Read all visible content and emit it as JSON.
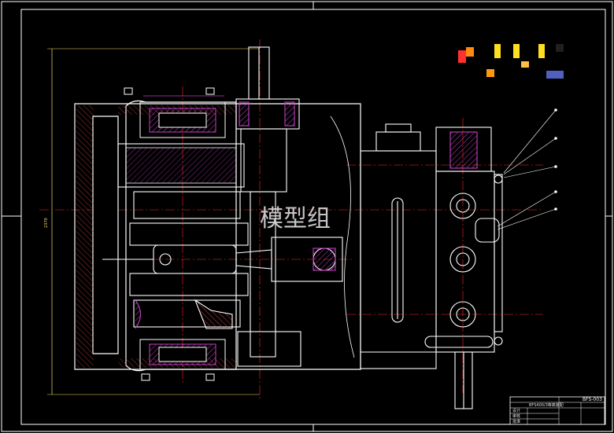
{
  "watermark": "模型组",
  "overall_dimension": "2370",
  "title_block": {
    "part_code": "BFS-003",
    "drawing_title": "BFS400/3等离装配",
    "row_labels": [
      "设计",
      "审核",
      "批准"
    ]
  },
  "colors": {
    "background": "#000000",
    "outline": "#ffffff",
    "centerline": "#ff2a2a",
    "hatch": "#c040c0",
    "dimension": "#f0e060",
    "green": "#40d040",
    "cyan": "#40c8d8"
  }
}
